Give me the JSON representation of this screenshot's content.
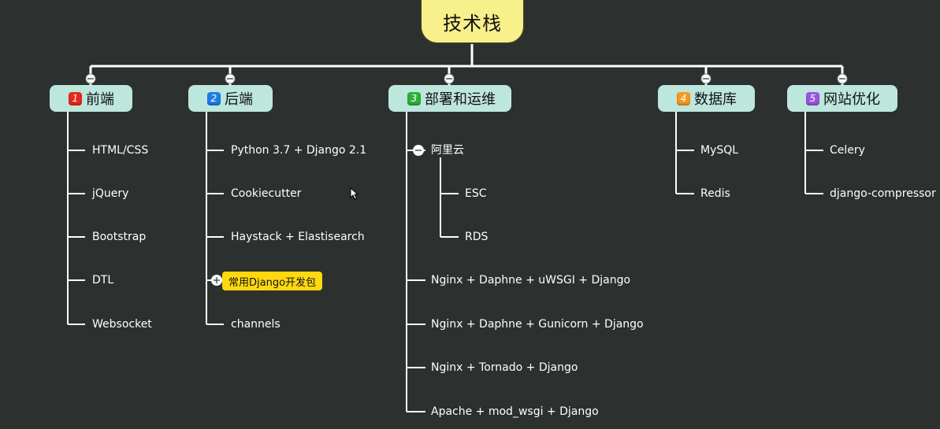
{
  "root": "技术栈",
  "categories": [
    {
      "num": "1",
      "color": "#e8291f",
      "label": "前端",
      "items": [
        "HTML/CSS",
        "jQuery",
        "Bootstrap",
        "DTL",
        "Websocket"
      ]
    },
    {
      "num": "2",
      "color": "#1f7de8",
      "label": "后端",
      "items": [
        "Python 3.7 + Django 2.1",
        "Cookiecutter",
        "Haystack + Elastisearch",
        "常用Django开发包",
        "channels"
      ]
    },
    {
      "num": "3",
      "color": "#2bb13a",
      "label": "部署和运维",
      "group": "阿里云",
      "group_items": [
        "ESC",
        "RDS"
      ],
      "items": [
        "Nginx + Daphne + uWSGI + Django",
        "Nginx + Daphne + Gunicorn + Django",
        "Nginx + Tornado + Django",
        "Apache + mod_wsgi + Django"
      ]
    },
    {
      "num": "4",
      "color": "#f29a1e",
      "label": "数据库",
      "items": [
        "MySQL",
        "Redis"
      ]
    },
    {
      "num": "5",
      "color": "#9a55e0",
      "label": "网站优化",
      "items": [
        "Celery",
        "django-compressor"
      ]
    }
  ],
  "colors": {
    "background": "#2c302f",
    "root": "#f8f08a",
    "category": "#bde6dc",
    "highlight": "#ffd80f",
    "line": "#ffffff"
  }
}
